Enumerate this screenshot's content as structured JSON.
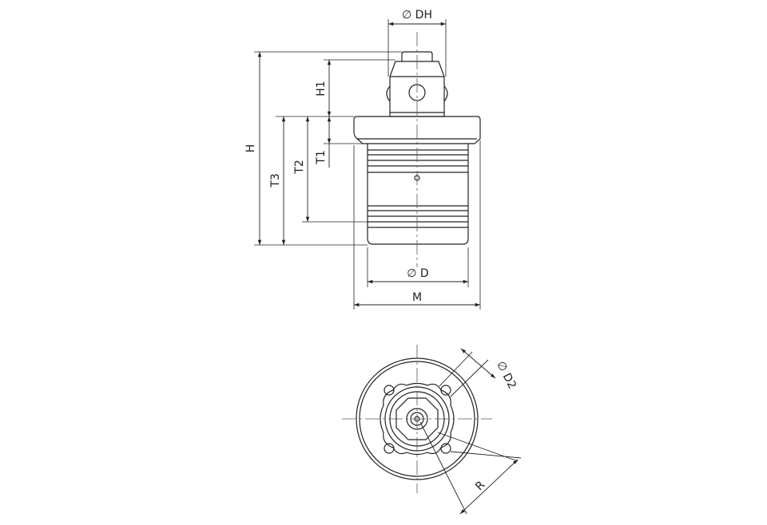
{
  "dimensions": {
    "dh": "∅ DH",
    "h1": "H1",
    "h": "H",
    "t1": "T1",
    "t2": "T2",
    "t3": "T3",
    "d": "∅ D",
    "m": "M",
    "d2": "∅ D2",
    "r": "R"
  },
  "colors": {
    "line": "#222222",
    "center": "#555555"
  }
}
